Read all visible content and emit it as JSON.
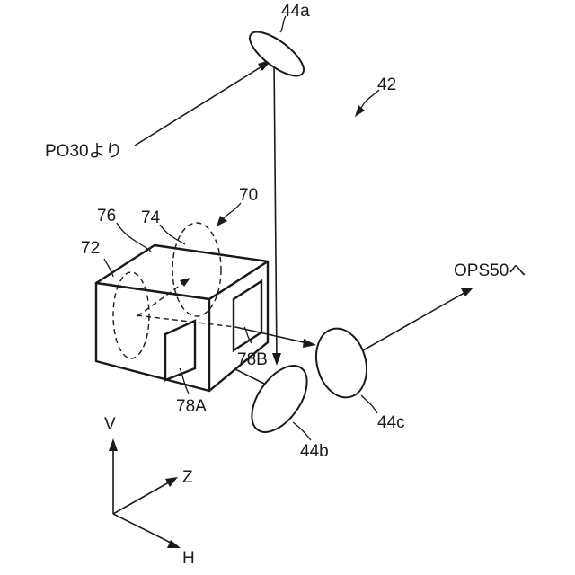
{
  "labels": {
    "lens_a": "44a",
    "assembly": "42",
    "input": "PO30より",
    "block": "70",
    "ref_76": "76",
    "ref_74": "74",
    "ref_72": "72",
    "output": "OPS50へ",
    "window_b": "78B",
    "window_a": "78A",
    "lens_c": "44c",
    "lens_b": "44b",
    "axis_v": "V",
    "axis_z": "Z",
    "axis_h": "H"
  }
}
